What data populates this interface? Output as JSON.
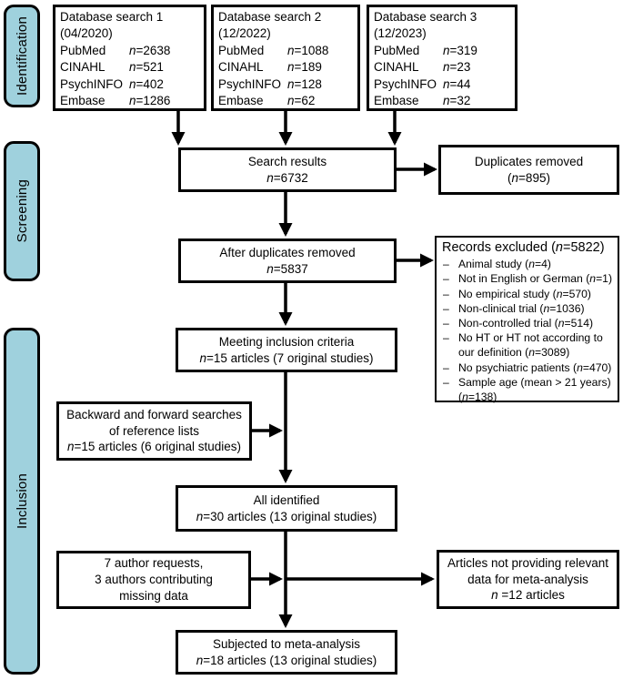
{
  "bullet": "–",
  "italic_n": "n",
  "colors": {
    "stage_fill": "#9FD1DD",
    "line": "#000000"
  },
  "stages": [
    {
      "label": "Identification"
    },
    {
      "label": "Screening"
    },
    {
      "label": "Inclusion"
    }
  ],
  "db_boxes": [
    {
      "title": "Database search 1",
      "date": "(04/2020)",
      "rows": [
        {
          "label": "PubMed",
          "value": "=2638"
        },
        {
          "label": "CINAHL",
          "value": "=521"
        },
        {
          "label": "PsychINFO",
          "value": "=402"
        },
        {
          "label": "Embase",
          "value": "=1286"
        }
      ]
    },
    {
      "title": "Database search 2",
      "date": "(12/2022)",
      "rows": [
        {
          "label": "PubMed",
          "value": "=1088"
        },
        {
          "label": "CINAHL",
          "value": "=189"
        },
        {
          "label": "PsychINFO",
          "value": "=128"
        },
        {
          "label": "Embase",
          "value": "=62"
        }
      ]
    },
    {
      "title": "Database search 3",
      "date": "(12/2023)",
      "rows": [
        {
          "label": "PubMed",
          "value": "=319"
        },
        {
          "label": "CINAHL",
          "value": "=23"
        },
        {
          "label": "PsychINFO",
          "value": "=44"
        },
        {
          "label": "Embase",
          "value": "=32"
        }
      ]
    }
  ],
  "search_results": {
    "line1": "Search results",
    "pre": "",
    "post": "=6732"
  },
  "duplicates_removed": {
    "line1": "Duplicates removed",
    "pre": "(",
    "post": "=895)"
  },
  "after_duplicates": {
    "line1": "After duplicates removed",
    "pre": "",
    "post": "=5837"
  },
  "records_excluded": {
    "title_pre": "Records excluded (",
    "title_post": "=5822)",
    "items": [
      {
        "pre": "Animal study (",
        "post": "=4)"
      },
      {
        "pre": "Not in English or German (",
        "post": "=1)"
      },
      {
        "pre": "No empirical study (",
        "post": "=570)"
      },
      {
        "pre": "Non-clinical trial (",
        "post": "=1036)"
      },
      {
        "pre": "Non-controlled trial (",
        "post": "=514)"
      },
      {
        "pre": "No HT or HT not according to our definition (",
        "post": "=3089)"
      },
      {
        "pre": "No psychiatric patients (",
        "post": "=470)"
      },
      {
        "pre": "Sample age (mean > 21 years) (",
        "post": "=138)"
      }
    ]
  },
  "meeting_inclusion": {
    "line1": "Meeting inclusion criteria",
    "pre": "",
    "post": "=15 articles (7 original studies)"
  },
  "backward_forward": {
    "line1": "Backward and forward searches",
    "line2": "of reference lists",
    "pre": "",
    "post": "=15 articles (6 original studies)"
  },
  "all_identified": {
    "line1": "All identified",
    "pre": "",
    "post": "=30 articles (13 original studies)"
  },
  "author_requests": {
    "line1": "7 author requests,",
    "line2": "3 authors contributing",
    "line3": "missing data"
  },
  "articles_not_providing": {
    "line1": "Articles not providing relevant",
    "line2": "data for meta-analysis",
    "pre": "",
    "post": " =12 articles"
  },
  "subjected": {
    "line1": "Subjected to meta-analysis",
    "pre": "",
    "post": "=18 articles (13 original studies)"
  }
}
